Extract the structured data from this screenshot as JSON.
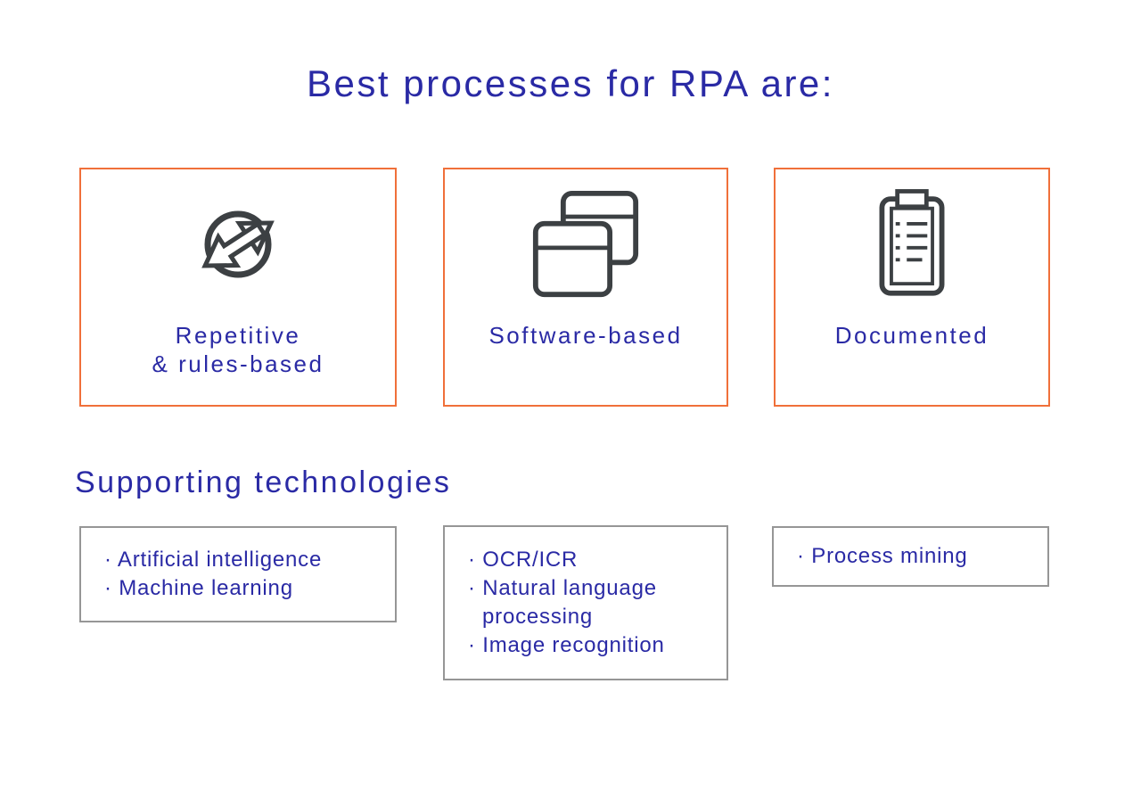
{
  "page": {
    "title": "Best processes for RPA are:"
  },
  "process_boxes": [
    {
      "icon": "sync-arrows-icon",
      "label_lines": [
        "Repetitive",
        "& rules-based"
      ]
    },
    {
      "icon": "app-windows-icon",
      "label_lines": [
        "Software-based"
      ]
    },
    {
      "icon": "clipboard-checklist-icon",
      "label_lines": [
        "Documented"
      ]
    }
  ],
  "supporting": {
    "heading": "Supporting technologies",
    "boxes": [
      {
        "items": [
          "· Artificial intelligence",
          "· Machine learning"
        ]
      },
      {
        "items": [
          "· OCR/ICR",
          "· Natural language processing",
          "· Image recognition"
        ]
      },
      {
        "items": [
          "· Process mining"
        ]
      }
    ]
  },
  "colors": {
    "text_blue": "#2a2aa5",
    "accent_orange": "#f0703a",
    "border_gray": "#969696",
    "icon_charcoal": "#3c4043"
  }
}
